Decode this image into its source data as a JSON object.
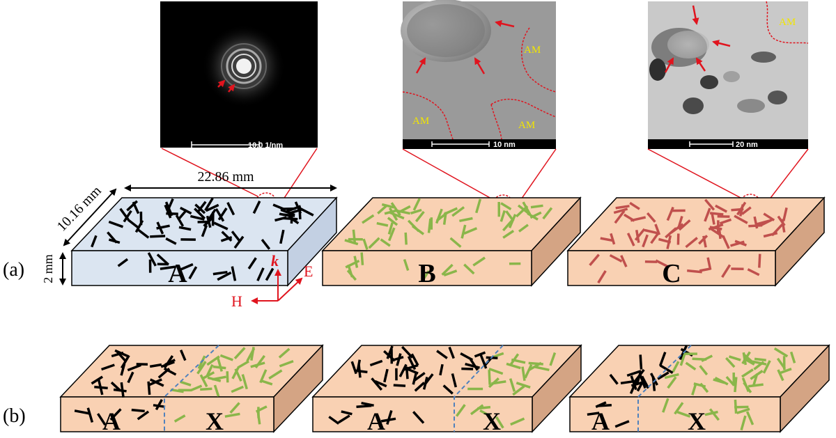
{
  "panel_labels": {
    "a": "(a)",
    "b": "(b)"
  },
  "dimensions": {
    "length": "22.86 mm",
    "width": "10.16 mm",
    "thickness": "2 mm"
  },
  "field_labels": {
    "k": "k",
    "E": "E",
    "H": "H"
  },
  "samples": [
    {
      "letter": "A",
      "fill": "#dbe5f1",
      "side": "#c3d0e3",
      "stick_color": "#000000"
    },
    {
      "letter": "B",
      "fill": "#f9d1b3",
      "side": "#d4a484",
      "stick_color": "#8ab64a"
    },
    {
      "letter": "C",
      "fill": "#f9d1b3",
      "side": "#d4a484",
      "stick_color": "#c0504d"
    }
  ],
  "layered": [
    {
      "left": "A",
      "right": "X"
    },
    {
      "left": "A",
      "right": "X"
    },
    {
      "left": "A",
      "right": "X"
    }
  ],
  "micrographs": [
    {
      "scale": "10.0 1/nm",
      "labels": []
    },
    {
      "scale": "10 nm",
      "labels": [
        "AM",
        "AM",
        "AM"
      ]
    },
    {
      "scale": "20 nm",
      "labels": [
        "AM"
      ]
    }
  ],
  "colors": {
    "blue_slab": "#dbe5f1",
    "orange_slab": "#f9d1b3",
    "black_stick": "#000000",
    "green_stick": "#8ab64a",
    "red_stick": "#c0504d",
    "callout_red": "#e0141e",
    "boundary_blue": "#4f81bd",
    "am_yellow": "#f2e600"
  }
}
